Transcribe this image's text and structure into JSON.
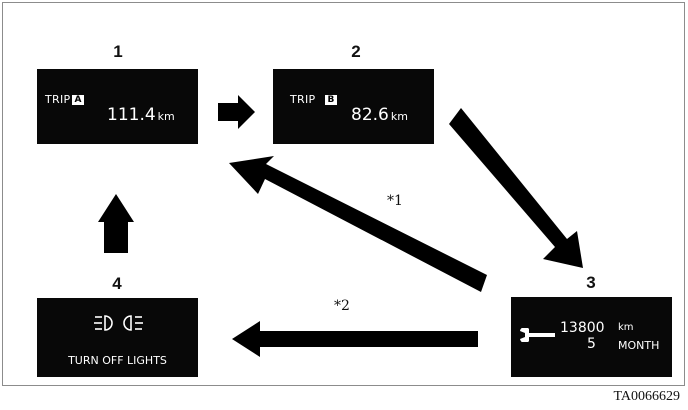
{
  "panels": {
    "p1": {
      "number": "1",
      "label": "TRIP",
      "badge": "A",
      "value": "111.4",
      "unit": "km"
    },
    "p2": {
      "number": "2",
      "label": "TRIP",
      "badge": "B",
      "value": "82.6",
      "unit": "km"
    },
    "p3": {
      "number": "3",
      "distance": "13800",
      "distance_unit": "km",
      "months": "5",
      "months_unit": "MONTH"
    },
    "p4": {
      "number": "4",
      "text": "TURN OFF LIGHTS"
    }
  },
  "notes": {
    "n1": "*1",
    "n2": "*2"
  },
  "figure_code": "TA0066629"
}
